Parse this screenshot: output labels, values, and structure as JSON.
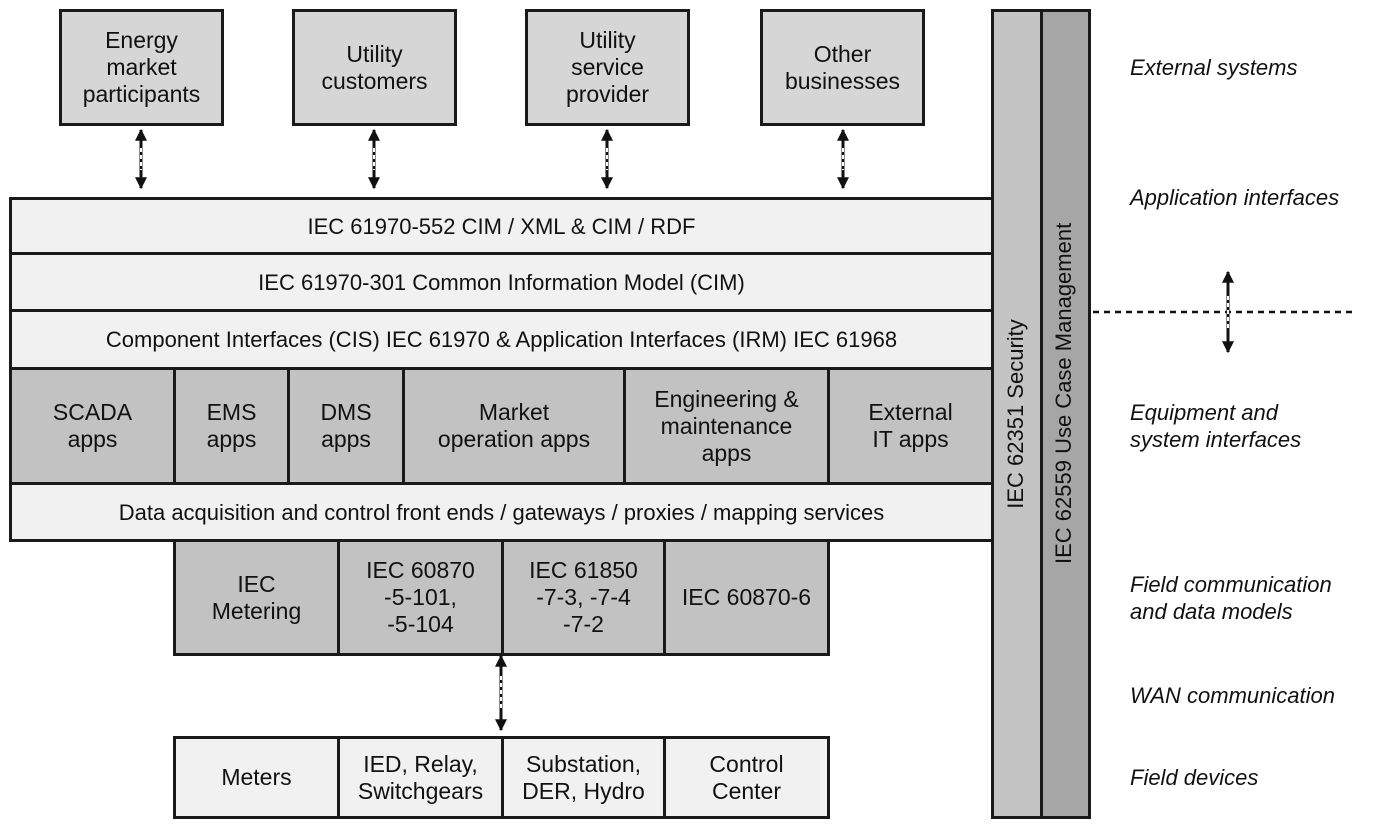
{
  "external_systems": [
    "Energy\nmarket\nparticipants",
    "Utility\ncustomers",
    "Utility\nservice\nprovider",
    "Other\nbusinesses"
  ],
  "bars": {
    "cim_xml": "IEC 61970-552 CIM / XML & CIM / RDF",
    "cim_model": "IEC 61970-301 Common Information Model (CIM)",
    "component_interfaces": "Component Interfaces (CIS) IEC 61970 & Application Interfaces (IRM) IEC 61968",
    "data_acquisition": "Data acquisition and control front ends / gateways / proxies / mapping services"
  },
  "apps": [
    "SCADA\napps",
    "EMS\napps",
    "DMS\napps",
    "Market\noperation apps",
    "Engineering &\nmaintenance\napps",
    "External\nIT apps"
  ],
  "protocols": [
    "IEC\nMetering",
    "IEC 60870\n-5-101,\n-5-104",
    "IEC 61850\n-7-3, -7-4\n-7-2",
    "IEC 60870-6"
  ],
  "field_devices": [
    "Meters",
    "IED, Relay,\nSwitchgears",
    "Substation,\nDER, Hydro",
    "Control\nCenter"
  ],
  "vertical_bars": {
    "security": "IEC 62351 Security",
    "use_case": "IEC 62559 Use Case Management"
  },
  "layer_labels": {
    "external_systems": "External systems",
    "application_interfaces": "Application interfaces",
    "equipment_interfaces": "Equipment and\nsystem interfaces",
    "field_communication": "Field communication\nand data models",
    "wan_communication": "WAN communication",
    "field_devices": "Field devices"
  }
}
